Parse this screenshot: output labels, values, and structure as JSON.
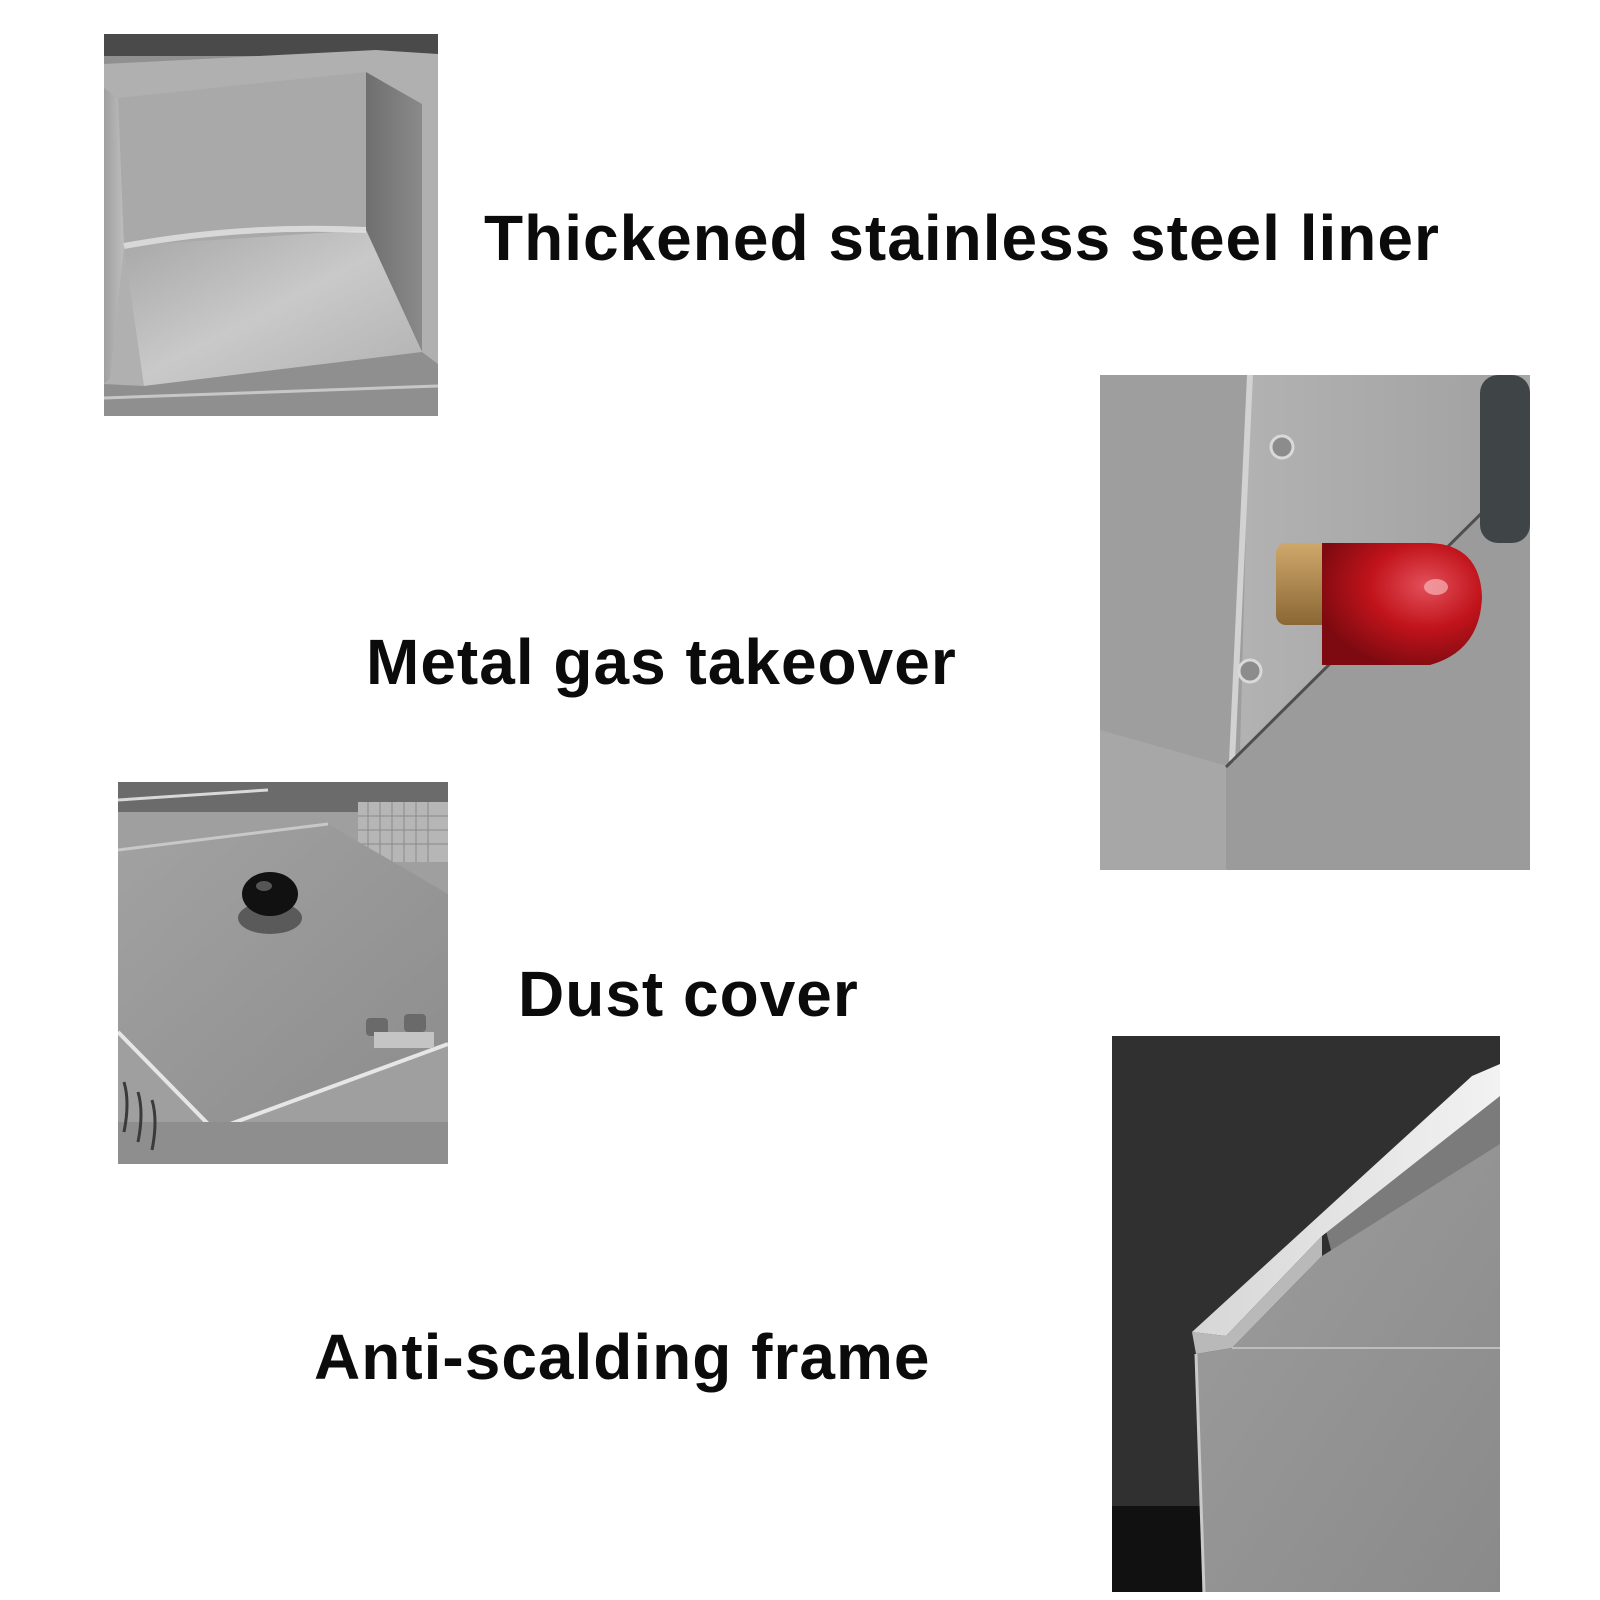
{
  "features": [
    {
      "id": "liner",
      "caption": "Thickened stainless steel liner",
      "icon": "stainless-liner-photo"
    },
    {
      "id": "gas",
      "caption": "Metal gas takeover",
      "icon": "gas-connector-photo"
    },
    {
      "id": "cover",
      "caption": "Dust cover",
      "icon": "dust-cover-photo"
    },
    {
      "id": "frame",
      "caption": "Anti-scalding frame",
      "icon": "frame-corner-photo"
    }
  ],
  "colors": {
    "background": "#ffffff",
    "text": "#0b0b0b",
    "steel_light": "#b9b9b9",
    "steel_mid": "#9a9a9a",
    "steel_dark": "#3a3a3a",
    "gas_cap_red": "#c1131b",
    "gas_brass": "#b08a4e"
  }
}
